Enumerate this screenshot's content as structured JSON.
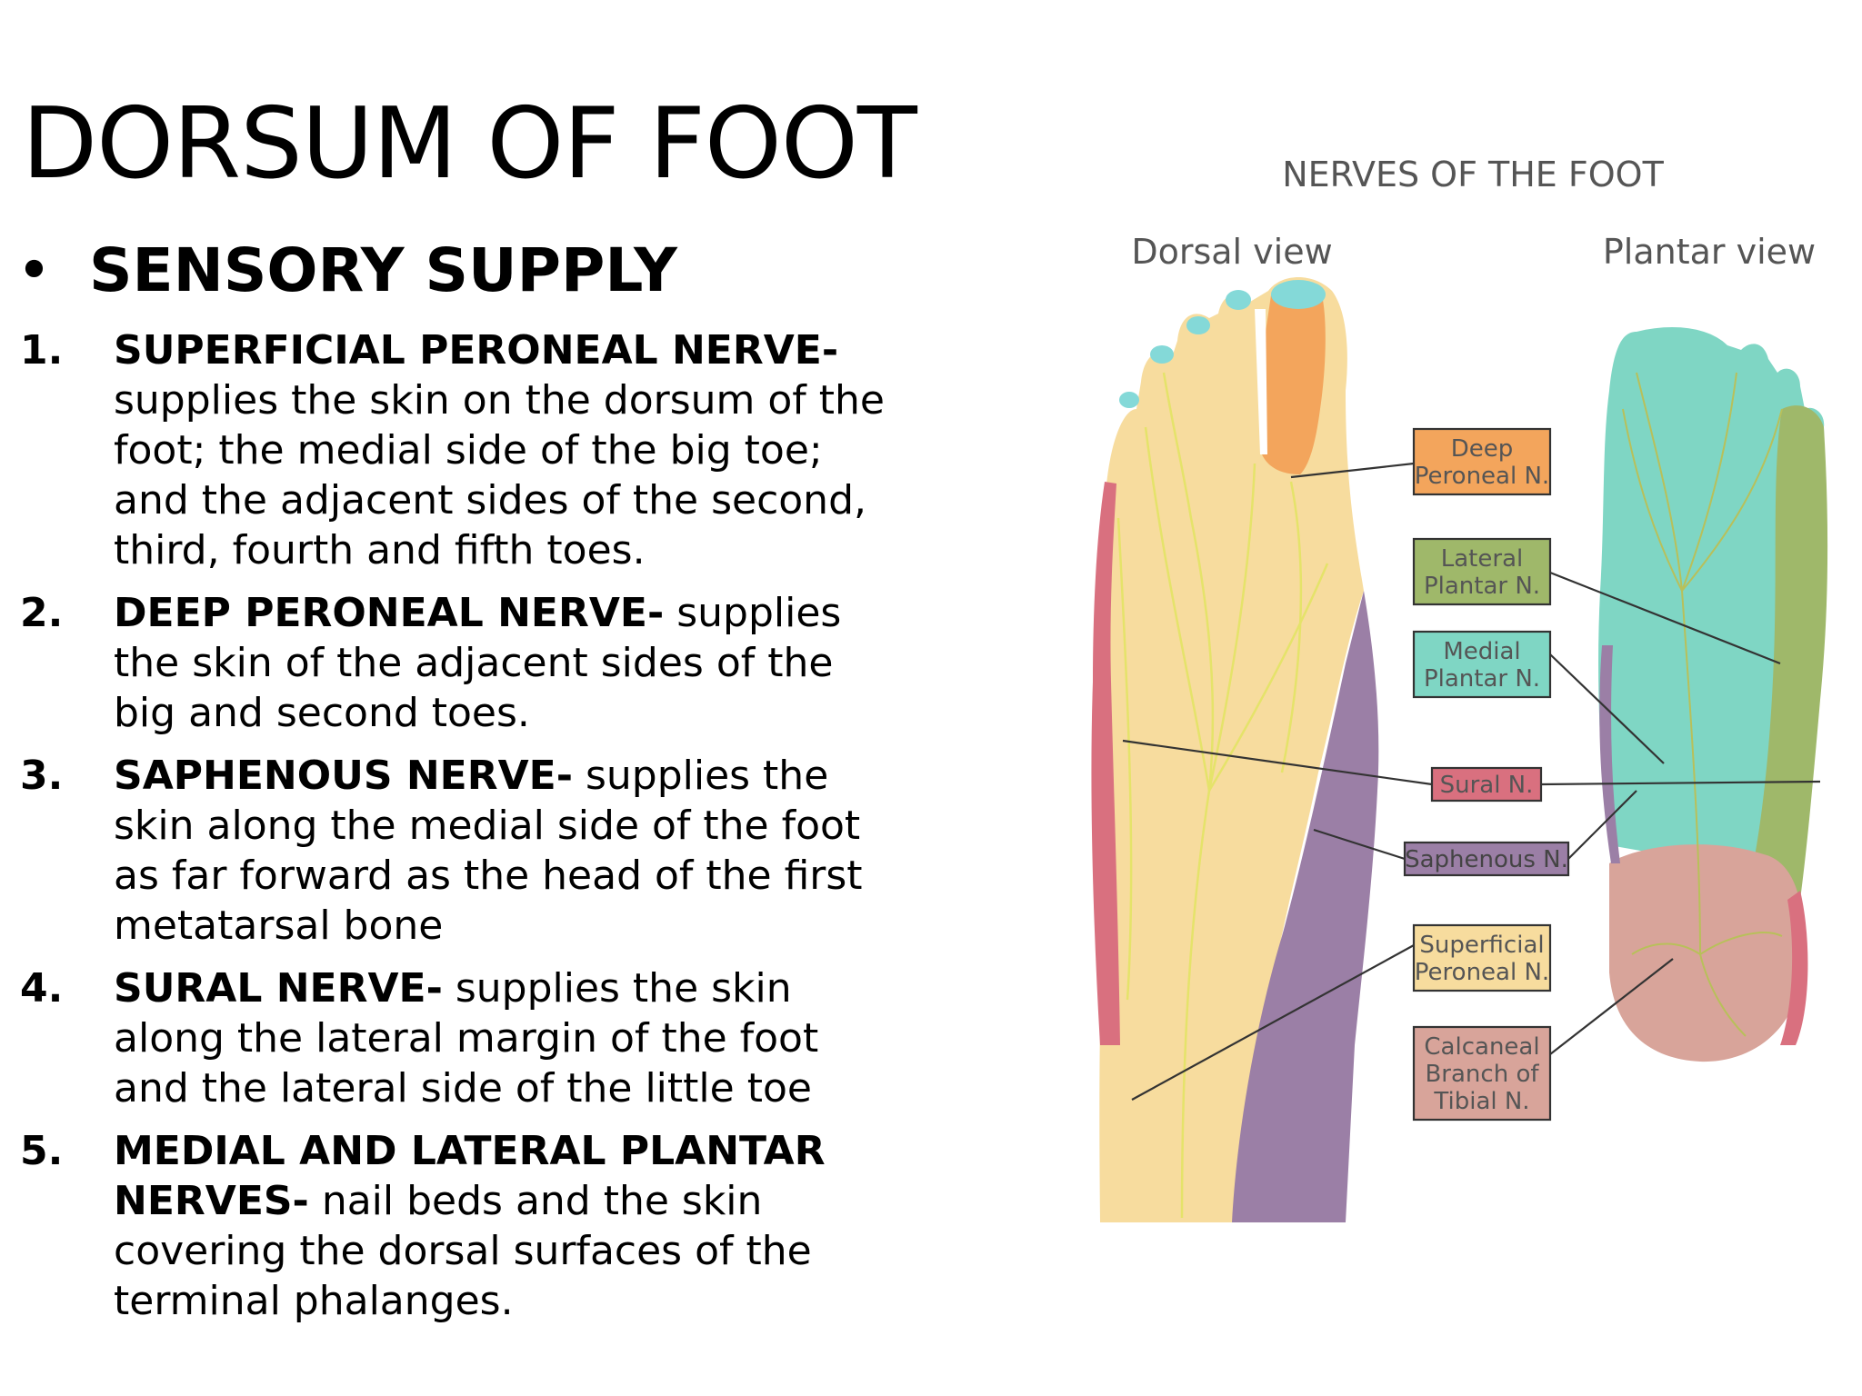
{
  "slide": {
    "title": "DORSUM OF FOOT",
    "bullet_symbol": "•",
    "bullet_heading": "SENSORY SUPPLY",
    "items": [
      {
        "num": "1.",
        "heading": "SUPERFICIAL PERONEAL NERVE-",
        "text": " supplies the skin on the dorsum of the foot; the medial side of the big toe; and the adjacent sides of the second, third, fourth and fifth toes."
      },
      {
        "num": "2.",
        "heading": "DEEP PERONEAL NERVE-",
        "text": " supplies the skin of the adjacent sides of the big and second toes."
      },
      {
        "num": "3.",
        "heading": "SAPHENOUS NERVE-",
        "text": " supplies the skin along the medial side of the foot as far forward as the head of the first metatarsal bone"
      },
      {
        "num": "4.",
        "heading": "SURAL NERVE-",
        "text": " supplies the skin along the lateral margin of the foot and the lateral side of the little toe"
      },
      {
        "num": "5.",
        "heading": "MEDIAL AND LATERAL PLANTAR NERVES-",
        "text": " nail beds and the skin covering the dorsal surfaces of the terminal phalanges."
      }
    ]
  },
  "diagram": {
    "title": "NERVES OF THE FOOT",
    "dorsal_view": "Dorsal view",
    "plantar_view": "Plantar view",
    "labels": {
      "deep_peroneal_1": "Deep",
      "deep_peroneal_2": "Peroneal N.",
      "lateral_plantar_1": "Lateral",
      "lateral_plantar_2": "Plantar N.",
      "medial_plantar_1": "Medial",
      "medial_plantar_2": "Plantar N.",
      "sural": "Sural N.",
      "saphenous": "Saphenous N.",
      "superficial_peroneal_1": "Superficial",
      "superficial_peroneal_2": "Peroneal N.",
      "calcaneal_1": "Calcaneal",
      "calcaneal_2": "Branch of",
      "calcaneal_3": "Tibial N."
    },
    "colors": {
      "superficial_peroneal": "#f7dc9e",
      "deep_peroneal": "#f3a55c",
      "saphenous": "#9b7fa6",
      "sural": "#d9707f",
      "medial_plantar": "#7fd6c4",
      "lateral_plantar": "#9fb86a",
      "calcaneal": "#d8a49a",
      "nail": "#84d9d8",
      "nerve_line": "#e5e36a"
    }
  }
}
